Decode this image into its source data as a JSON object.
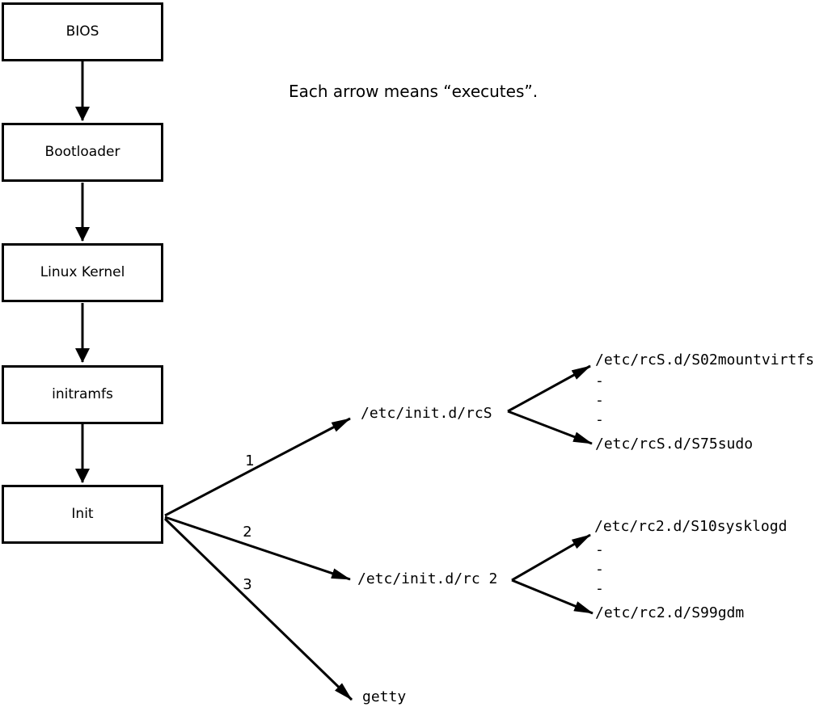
{
  "note": {
    "text": "Each arrow means “executes”."
  },
  "colors": {
    "ink": "#000000",
    "background": "#ffffff"
  },
  "flow_nodes": [
    {
      "label": "BIOS"
    },
    {
      "label": "Bootloader"
    },
    {
      "label": "Linux Kernel"
    },
    {
      "label": "initramfs"
    },
    {
      "label": "Init"
    }
  ],
  "init_targets": {
    "rcS": {
      "edge_number": "1",
      "label": "/etc/init.d/rcS",
      "children": {
        "first": "/etc/rcS.d/S02mountvirtfs",
        "ellipsis1": "-",
        "ellipsis2": "-",
        "ellipsis3": "-",
        "last": "/etc/rcS.d/S75sudo"
      }
    },
    "rc2": {
      "edge_number": "2",
      "label": "/etc/init.d/rc 2",
      "children": {
        "first": "/etc/rc2.d/S10sysklogd",
        "ellipsis1": "-",
        "ellipsis2": "-",
        "ellipsis3": "-",
        "last": "/etc/rc2.d/S99gdm"
      }
    },
    "getty": {
      "edge_number": "3",
      "label": "getty"
    }
  }
}
